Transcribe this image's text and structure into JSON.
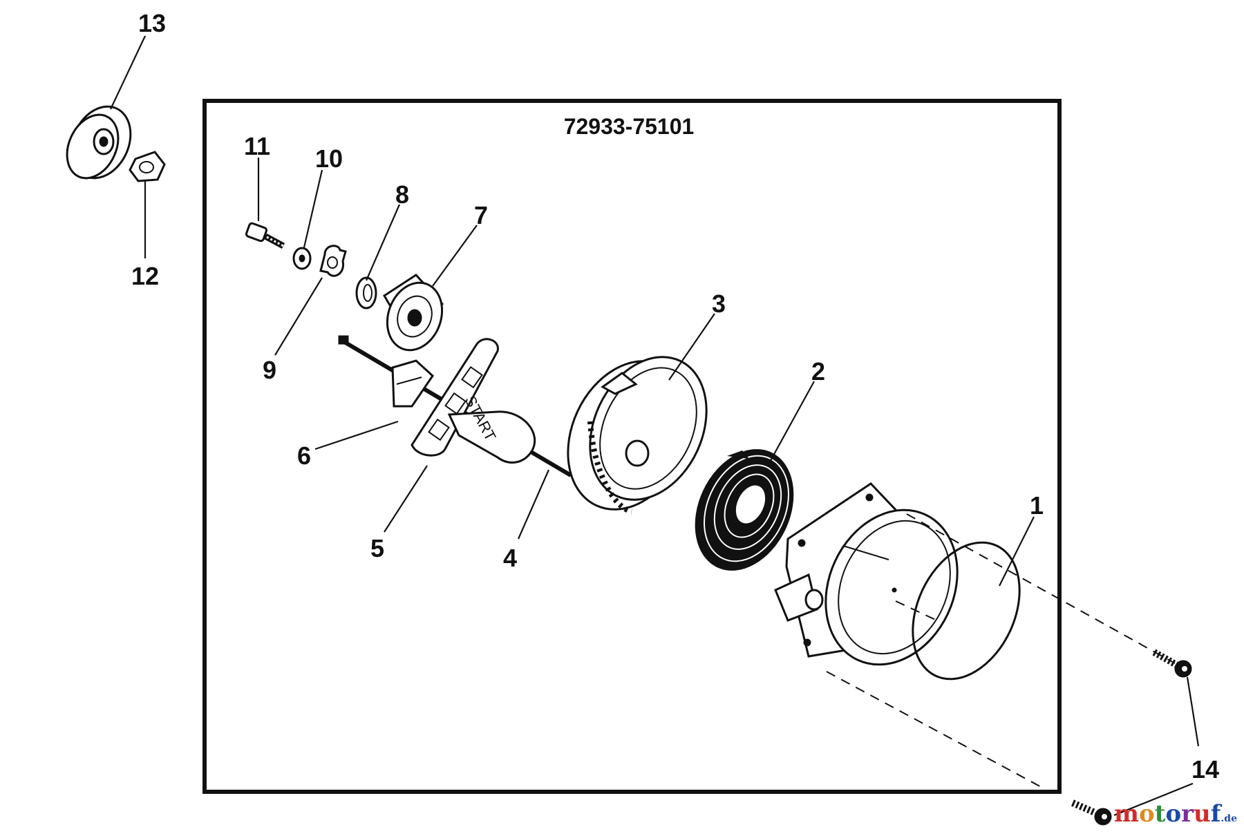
{
  "diagram": {
    "part_number": "72933-75101",
    "handle_text": "START",
    "callouts": {
      "c1": "1",
      "c2": "2",
      "c3": "3",
      "c4": "4",
      "c5": "5",
      "c6": "6",
      "c7": "7",
      "c8": "8",
      "c9": "9",
      "c10": "10",
      "c11": "11",
      "c12": "12",
      "c13": "13",
      "c14": "14"
    }
  },
  "watermark": {
    "letters": [
      "m",
      "o",
      "t",
      "o",
      "r",
      "u",
      "f"
    ],
    "colors": [
      "#d62b2b",
      "#e08a1e",
      "#2f8f3a",
      "#1a4aa8",
      "#7a2ea0",
      "#d62b2b",
      "#1a4aa8"
    ],
    "suffix": ".de"
  }
}
